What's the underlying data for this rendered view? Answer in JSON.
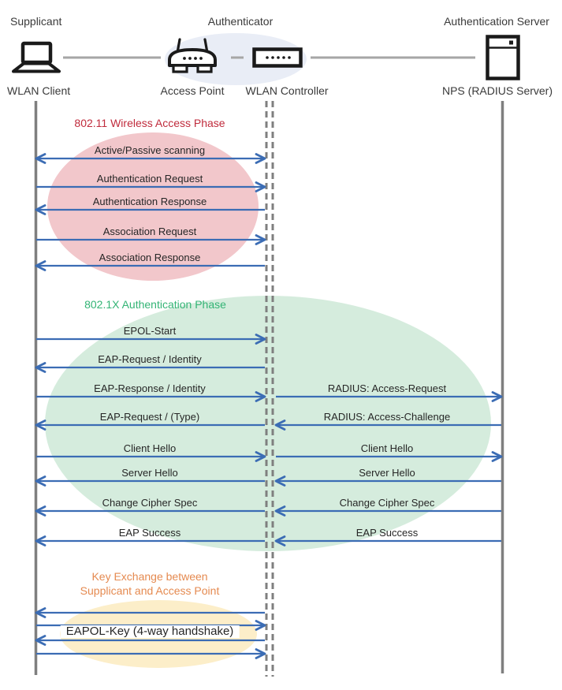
{
  "header": {
    "roles": [
      {
        "label": "Supplicant"
      },
      {
        "label": "Authenticator"
      },
      {
        "label": "Authentication Server"
      }
    ],
    "devices": [
      {
        "label": "WLAN Client",
        "icon": "laptop-icon"
      },
      {
        "label": "Access Point",
        "icon": "access-point-icon"
      },
      {
        "label": "WLAN Controller",
        "icon": "wlan-controller-icon"
      },
      {
        "label": "NPS (RADIUS Server)",
        "icon": "server-icon"
      }
    ]
  },
  "colors": {
    "arrow": "#3B6CB4",
    "lifeline": "#7F7F7F",
    "connector": "#A6A6A6",
    "authenticator_halo": "#E9EDF6",
    "icon_stroke": "#1A1A1A",
    "message_text": "#262626"
  },
  "phases": [
    {
      "title": "802.11 Wireless Access Phase",
      "title_color": "#C02B3C",
      "ellipse_color": "#F2C7CB"
    },
    {
      "title": "802.1X Authentication Phase",
      "title_color": "#33B475",
      "ellipse_color": "#D5ECDD"
    },
    {
      "title": "Key Exchange between\nSupplicant and Access Point",
      "title_color": "#E58A50",
      "ellipse_color": "#FCEEC9"
    }
  ],
  "messages": [
    {
      "label": "Active/Passive scanning",
      "span": "client-controller",
      "dir": "both",
      "emphasized": false
    },
    {
      "label": "Authentication Request",
      "span": "client-controller",
      "dir": "right",
      "emphasized": false
    },
    {
      "label": "Authentication Response",
      "span": "client-controller",
      "dir": "left",
      "emphasized": false
    },
    {
      "label": "Association Request",
      "span": "client-controller",
      "dir": "right",
      "emphasized": false
    },
    {
      "label": "Association Response",
      "span": "client-controller",
      "dir": "left",
      "emphasized": false
    },
    {
      "label": "EPOL-Start",
      "span": "client-controller",
      "dir": "right",
      "emphasized": false
    },
    {
      "label": "EAP-Request / Identity",
      "span": "client-controller",
      "dir": "left",
      "emphasized": false
    },
    {
      "label": "EAP-Response / Identity",
      "span": "client-controller",
      "dir": "right",
      "emphasized": false
    },
    {
      "label": "RADIUS: Access-Request",
      "span": "controller-server",
      "dir": "right",
      "emphasized": false
    },
    {
      "label": "EAP-Request / (Type)",
      "span": "client-controller",
      "dir": "left",
      "emphasized": false
    },
    {
      "label": "RADIUS: Access-Challenge",
      "span": "controller-server",
      "dir": "left",
      "emphasized": false
    },
    {
      "label": "Client Hello",
      "span": "client-controller",
      "dir": "right",
      "emphasized": false
    },
    {
      "label": "Client Hello",
      "span": "controller-server",
      "dir": "right",
      "emphasized": false
    },
    {
      "label": "Server Hello",
      "span": "client-controller",
      "dir": "left",
      "emphasized": false
    },
    {
      "label": "Server Hello",
      "span": "controller-server",
      "dir": "left",
      "emphasized": false
    },
    {
      "label": "Change Cipher Spec",
      "span": "client-controller",
      "dir": "left",
      "emphasized": false
    },
    {
      "label": "Change Cipher Spec",
      "span": "controller-server",
      "dir": "left",
      "emphasized": false
    },
    {
      "label": "EAP Success",
      "span": "client-controller",
      "dir": "left",
      "emphasized": false
    },
    {
      "label": "EAP Success",
      "span": "controller-server",
      "dir": "left",
      "emphasized": false
    },
    {
      "label": "",
      "span": "client-controller",
      "dir": "left",
      "emphasized": false
    },
    {
      "label": "",
      "span": "client-controller",
      "dir": "right",
      "emphasized": false
    },
    {
      "label": "EAPOL-Key (4-way handshake)",
      "span": "client-controller",
      "dir": "left",
      "emphasized": true
    },
    {
      "label": "",
      "span": "client-controller",
      "dir": "right",
      "emphasized": false
    }
  ]
}
